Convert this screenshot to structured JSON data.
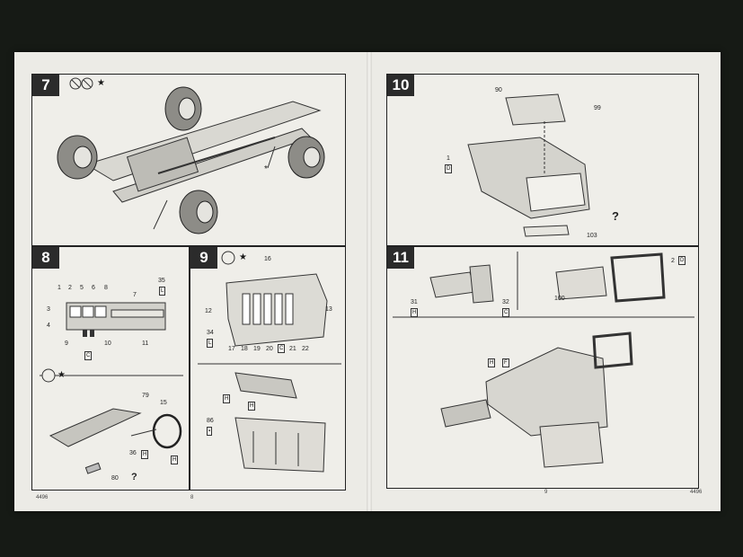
{
  "steps": {
    "s7": {
      "number": "7",
      "star": "★",
      "callout_star": "*"
    },
    "s8": {
      "number": "8",
      "labels": [
        "1",
        "2",
        "5",
        "6",
        "8",
        "3",
        "4",
        "7",
        "35",
        "L",
        "9",
        "10",
        "11",
        "C"
      ],
      "star": "★"
    },
    "s9": {
      "number": "9",
      "star": "★",
      "labels": [
        "16",
        "12",
        "13",
        "34",
        "L",
        "17",
        "18",
        "19",
        "20",
        "C",
        "21",
        "22",
        "H",
        "H",
        "86",
        "▪"
      ]
    },
    "s10": {
      "number": "10",
      "labels": [
        "90",
        "99",
        "1",
        "D",
        "103"
      ],
      "q": "?"
    },
    "s11": {
      "number": "11",
      "labels": [
        "31",
        "H",
        "32",
        "C",
        "2",
        "D",
        "100",
        "H",
        "F"
      ]
    },
    "s8b": {
      "labels": [
        "79",
        "15",
        "36",
        "H",
        "H",
        "80"
      ],
      "q": "?"
    }
  },
  "footer": {
    "left_code": "4496",
    "left_page": "8",
    "right_page": "9",
    "right_code": "4496"
  }
}
